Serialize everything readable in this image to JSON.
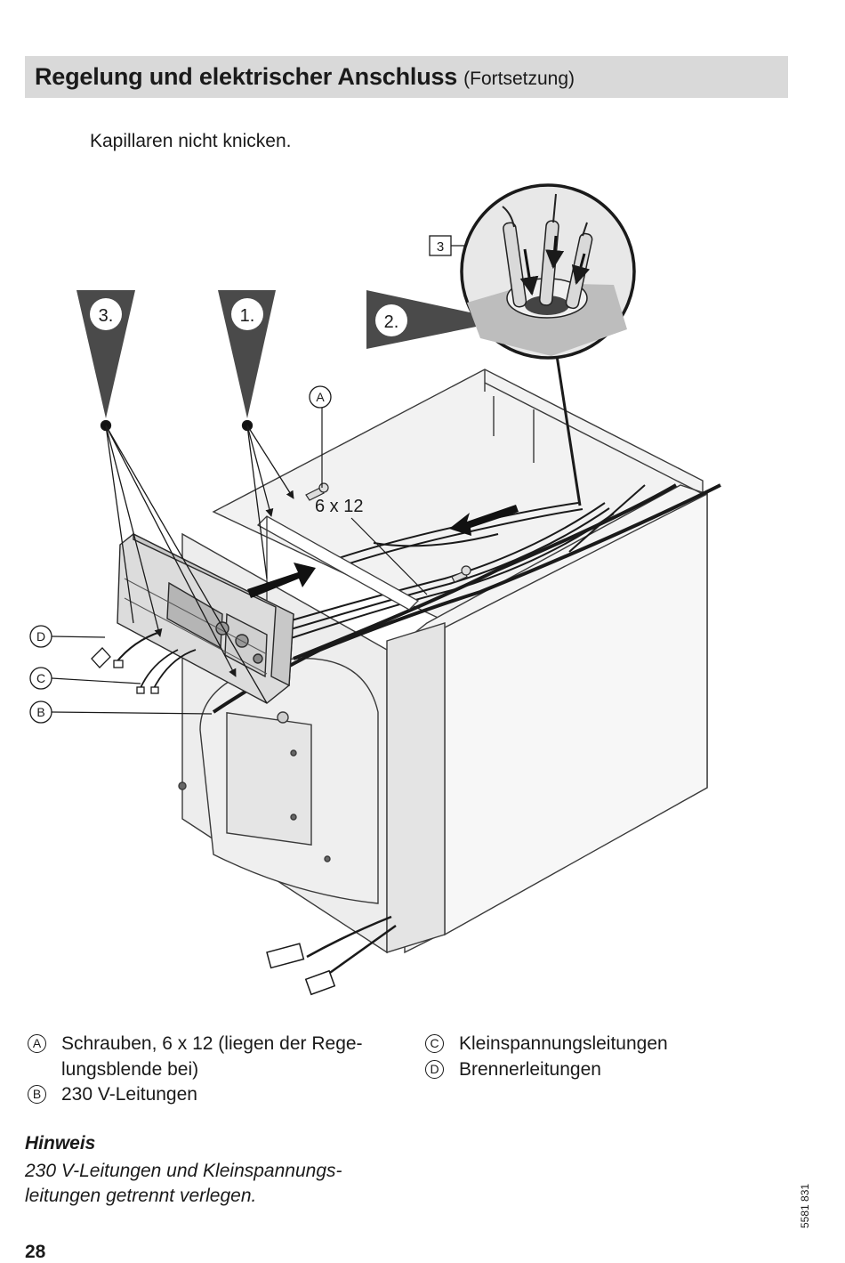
{
  "header": {
    "title": "Regelung und elektrischer Anschluss",
    "subtitle": "(Fortsetzung)"
  },
  "intro": "Kapillaren nicht knicken.",
  "figure": {
    "steps": [
      "1.",
      "2.",
      "3."
    ],
    "detail_box_label": "3",
    "screw_callout": "A",
    "screw_size": "6 x 12",
    "callouts": [
      "B",
      "C",
      "D"
    ]
  },
  "legend": [
    {
      "letter": "A",
      "text": "Schrauben, 6 x 12 (liegen der Rege-",
      "text2": "lungsblende bei)"
    },
    {
      "letter": "B",
      "text": "230 V-Leitungen"
    },
    {
      "letter": "C",
      "text": "Kleinspannungsleitungen"
    },
    {
      "letter": "D",
      "text": "Brennerleitungen"
    }
  ],
  "note": {
    "title": "Hinweis",
    "text": "230 V-Leitungen und Kleinspannungs-leitungen getrennt verlegen."
  },
  "footer": {
    "page_number": "28",
    "doc_number": "5581 831"
  }
}
